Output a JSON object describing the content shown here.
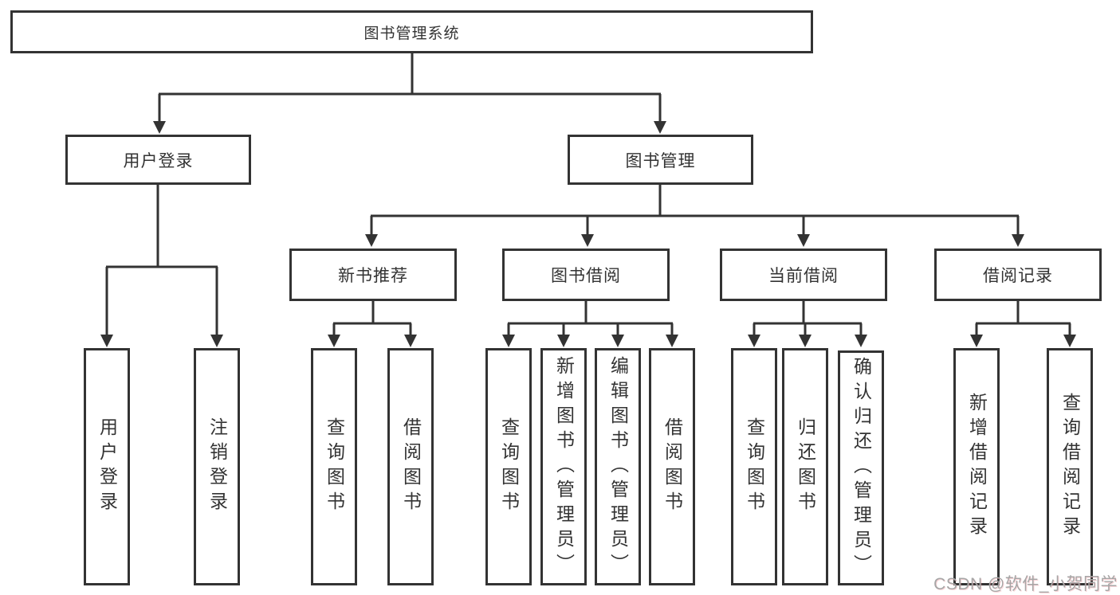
{
  "colors": {
    "line": "#333333",
    "border": "#333333",
    "fill": "#ffffff",
    "text": "#333333",
    "bg": "#ffffff",
    "watermark": "#a6a6a6"
  },
  "nodes": {
    "root": "图书管理系统",
    "user_login": "用户登录",
    "book_management": "图书管理",
    "new_book_recommend": "新书推荐",
    "book_borrowing": "图书借阅",
    "current_borrowing": "当前借阅",
    "borrowing_records": "借阅记录",
    "ul_user_login": "用户登录",
    "ul_logout": "注销登录",
    "nb_query_book": "查询图书",
    "nb_borrow_book": "借阅图书",
    "bb_query_book": "查询图书",
    "bb_add_book": "新增图书（管理员）",
    "bb_edit_book": "编辑图书（管理员）",
    "bb_borrow_book": "借阅图书",
    "cb_query_book": "查询图书",
    "cb_return_book": "归还图书",
    "cb_confirm_return": "确认归还（管理员）",
    "br_add_record": "新增借阅记录",
    "br_query_record": "查询借阅记录"
  },
  "watermark": "CSDN @软件_小贺同学"
}
